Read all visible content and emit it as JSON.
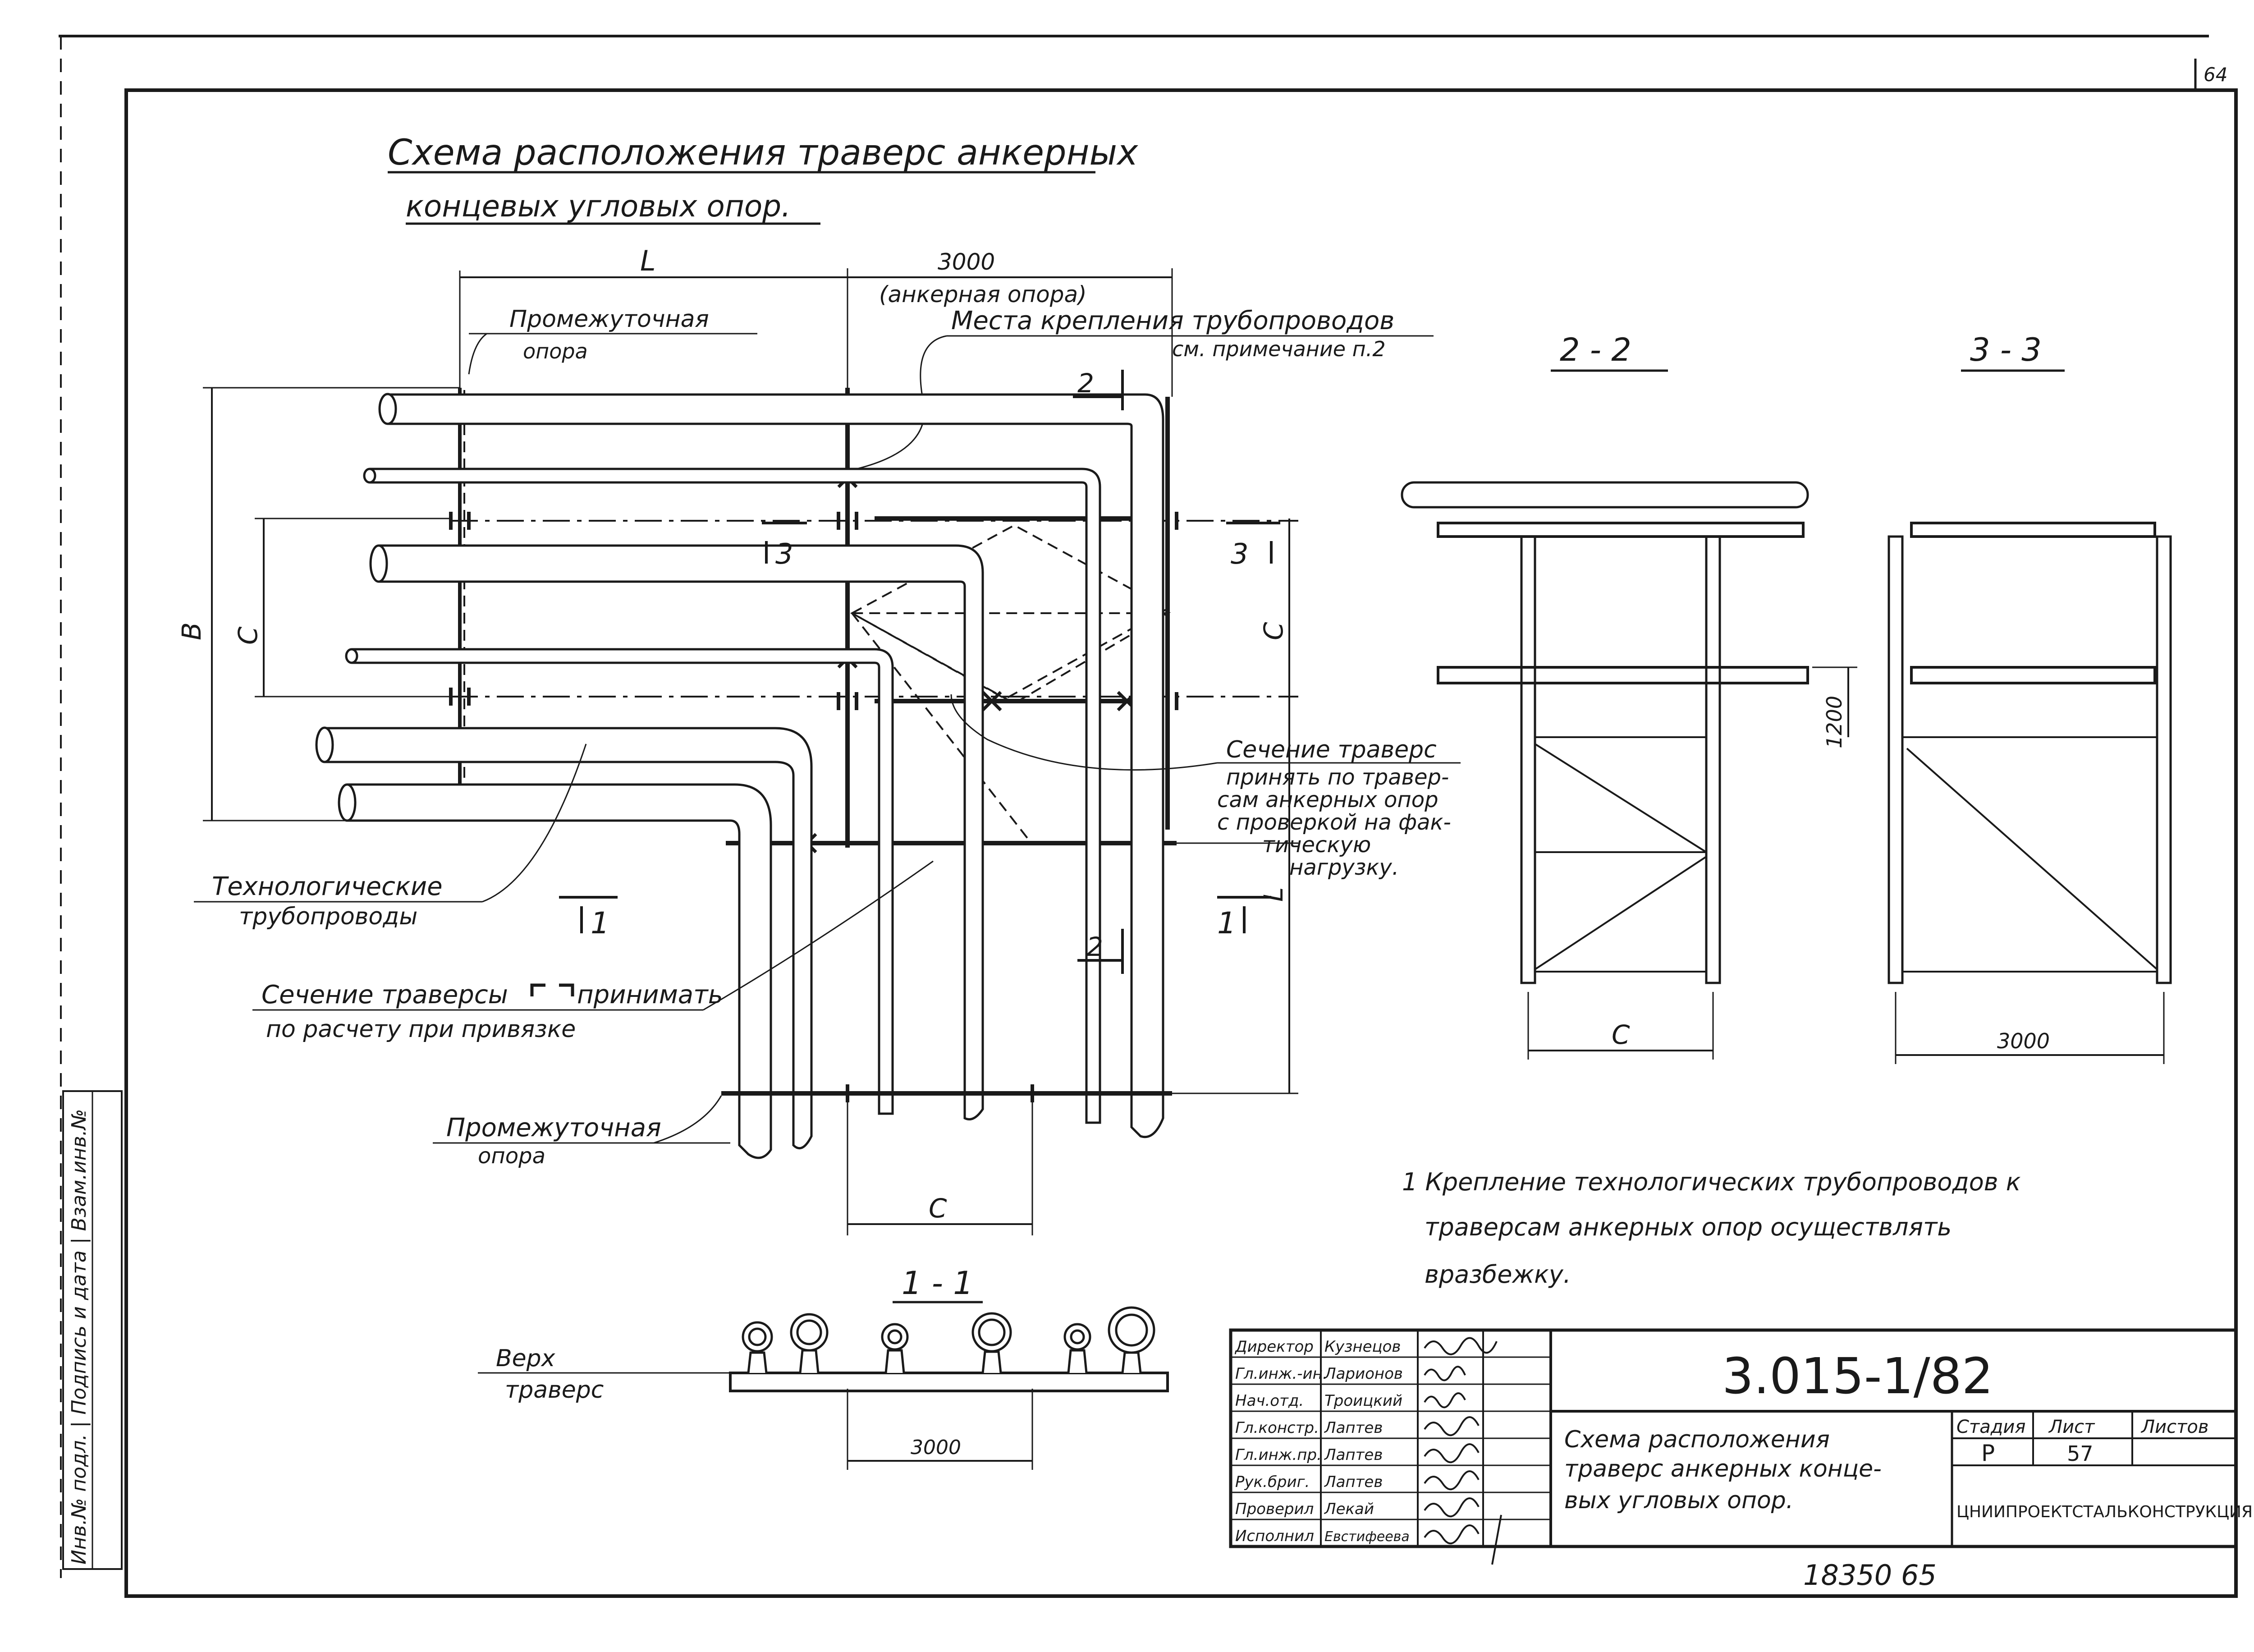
{
  "title_line1": "Схема расположения траверс анкерных",
  "title_line2": "концевых угловых опор.",
  "plan": {
    "dim_L_top": "L",
    "dim_3000": "3000",
    "anchor_note": "(анкерная опора)",
    "inter_support_top_1": "Промежуточная",
    "inter_support_top_2": "опора",
    "fastening_1": "Места крепления трубопроводов",
    "fastening_2": "см. примечание п.2",
    "dim_B": "B",
    "dim_C_left": "C",
    "dim_C_right": "C",
    "dim_L_right": "L",
    "dim_C_bottom": "C",
    "cut_2_top": "2",
    "cut_2_bottom": "2",
    "cut_3_left": "3",
    "cut_3_right": "3",
    "cut_1_left": "1",
    "cut_1_right": "1",
    "section_note_1": "Сечение траверс",
    "section_note_2": "принять по травер-",
    "section_note_3": "сам анкерных опор",
    "section_note_4": "с проверкой на фак-",
    "section_note_5": "тическую",
    "section_note_6": "нагрузку.",
    "tech_pipes_1": "Технологические",
    "tech_pipes_2": "трубопроводы",
    "traverse_section_1a": "Сечение траверсы",
    "traverse_section_1b": "принимать",
    "traverse_section_2": "по расчету при привязке",
    "inter_support_bot_1": "Промежуточная",
    "inter_support_bot_2": "опора"
  },
  "section_1_1": {
    "label": "1 - 1",
    "top_label_1": "Верх",
    "top_label_2": "траверс",
    "dim": "3000"
  },
  "section_2_2": {
    "label": "2 - 2",
    "dim_1200": "1200",
    "dim_C": "C"
  },
  "section_3_3": {
    "label": "3 - 3",
    "dim_3000": "3000"
  },
  "note": {
    "line1": "1 Крепление технологических трубопроводов к",
    "line2": "траверсам анкерных опор осуществлять",
    "line3": "вразбежку."
  },
  "titleblock": {
    "roles": [
      "Директор",
      "Гл.инж.-ин.",
      "Нач.отд.",
      "Гл.констр.",
      "Гл.инж.пр.",
      "Рук.бриг.",
      "Проверил",
      "Исполнил"
    ],
    "names": [
      "Кузнецов",
      "Ларионов",
      "Троицкий",
      "Лаптев",
      "Лаптев",
      "Лаптев",
      "Лекай",
      "Евстифеева"
    ],
    "code": "3.015-1/82",
    "doc_title_1": "Схема расположения",
    "doc_title_2": "траверс анкерных конце-",
    "doc_title_3": "вых угловых опор.",
    "stage_h": "Стадия",
    "sheet_h": "Лист",
    "sheets_h": "Листов",
    "stage": "Р",
    "sheet": "57",
    "org": "ЦНИИПРОЕКТСТАЛЬКОНСТРУКЦИЯ"
  },
  "bottom_number": "18350 65",
  "sheet_corner": "64",
  "margin_label": "Инв.№ подл. | Подпись и дата | Взам.инв.№"
}
